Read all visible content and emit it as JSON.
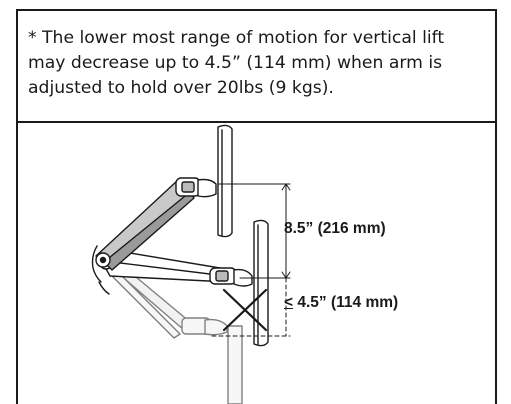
{
  "note": {
    "text": "* The lower most range of motion for vertical lift may decrease up to 4.5” (114 mm) when arm is adjusted to hold over 20lbs (9 kgs)."
  },
  "figure": {
    "upper_range_label": "8.5” (216 mm)",
    "lower_range_symbol": "<",
    "lower_range_label": " 4.5” (114 mm)"
  }
}
